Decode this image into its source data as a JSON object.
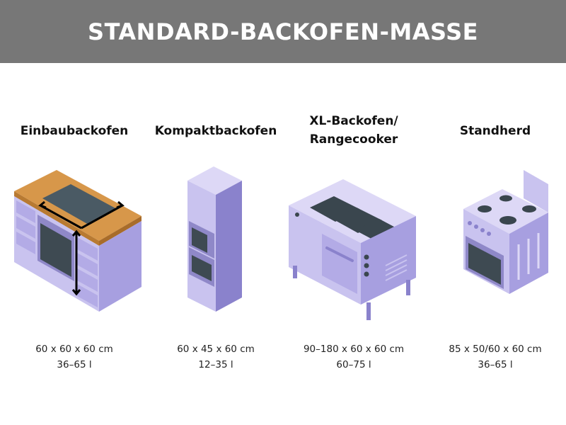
{
  "header": {
    "title": "STANDARD-BACKOFEN-MASSE"
  },
  "colors": {
    "header_bg": "#777777",
    "appliance_light": "#c9c3ef",
    "appliance_mid": "#a79fe0",
    "appliance_dark": "#8a82cc",
    "countertop": "#c98a3e",
    "window_dark": "#3e4a52",
    "burner_dark": "#3a464e",
    "arrow": "#000000"
  },
  "ovens": [
    {
      "title_lines": [
        "Einbaubackofen"
      ],
      "dims": "60 x 60 x 60 cm",
      "volume": "36–65 l",
      "icon": "built-in-oven-icon"
    },
    {
      "title_lines": [
        "Kompaktbackofen"
      ],
      "dims": "60 x 45 x 60 cm",
      "volume": "12–35 l",
      "icon": "compact-oven-icon"
    },
    {
      "title_lines": [
        "XL-Backofen/",
        "Rangecooker"
      ],
      "dims": "90–180 x 60 x 60 cm",
      "volume": "60–75 l",
      "icon": "range-cooker-icon"
    },
    {
      "title_lines": [
        "Standherd"
      ],
      "dims": "85 x 50/60 x 60 cm",
      "volume": "36–65 l",
      "icon": "freestanding-stove-icon"
    }
  ]
}
